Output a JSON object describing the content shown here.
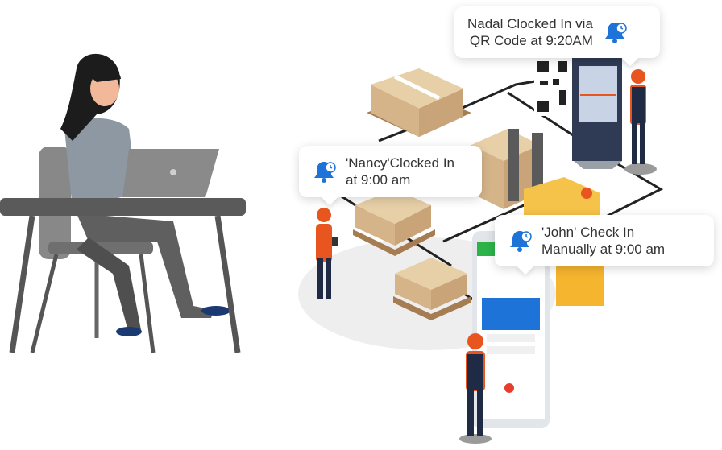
{
  "notifications": [
    {
      "line1": "Nadal Clocked In via",
      "line2": "QR Code at 9:20AM",
      "icon": "bell-clock-icon"
    },
    {
      "line1": "'Nancy'Clocked In",
      "line2": "at 9:00 am",
      "icon": "bell-clock-icon"
    },
    {
      "line1": "'John' Check In",
      "line2": "Manually at 9:00 am",
      "icon": "bell-clock-icon"
    }
  ],
  "colors": {
    "accent_blue": "#1e73d8",
    "safety_orange": "#e8551f",
    "box_tan": "#d9b98c",
    "phone_green": "#2db34a"
  }
}
